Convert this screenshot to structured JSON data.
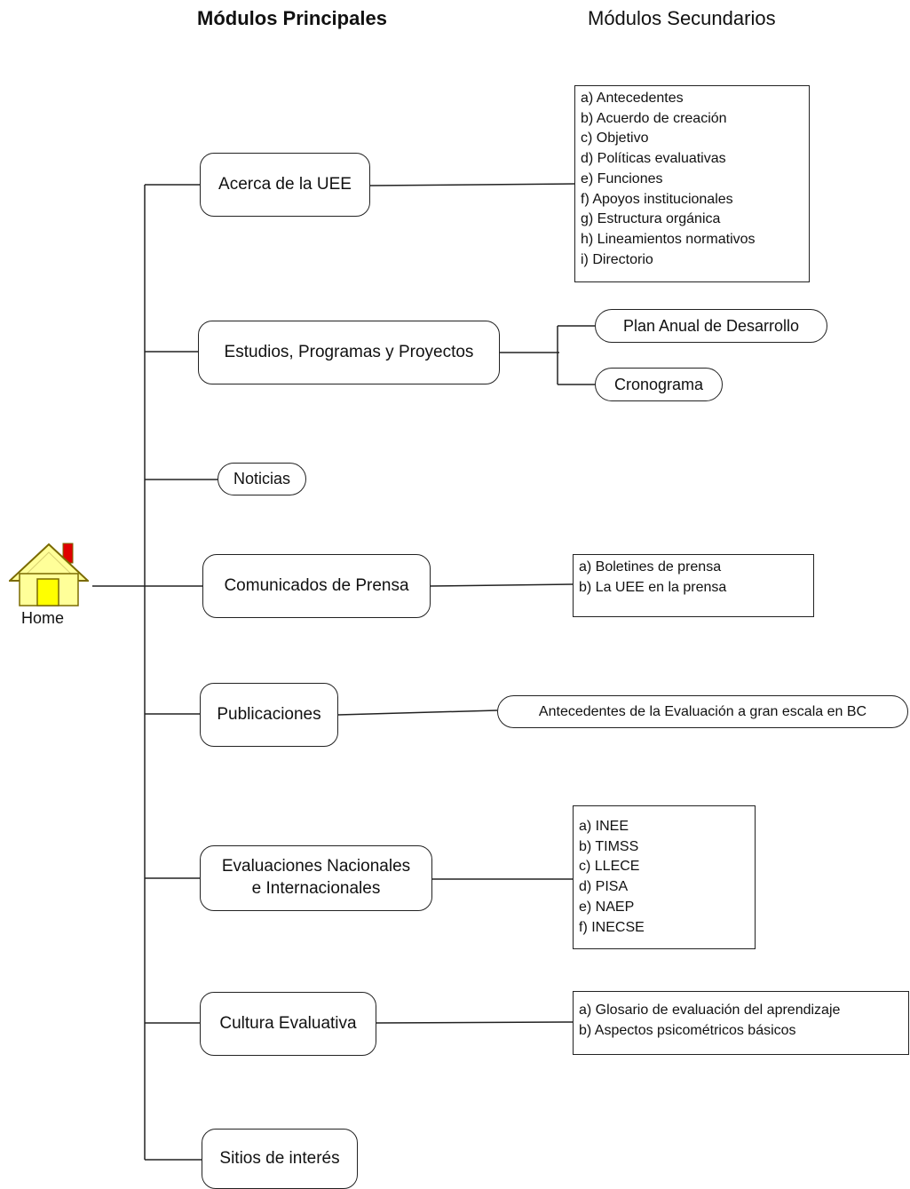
{
  "headers": {
    "main": "Módulos Principales",
    "secondary": "Módulos Secundarios"
  },
  "home": {
    "label": "Home",
    "icon": "house-icon"
  },
  "colors": {
    "line": "#222222",
    "house_fill": "#ffff99",
    "house_door": "#ffff00",
    "house_chimney": "#e00000",
    "house_outline": "#7a6a00"
  },
  "modules": {
    "acerca": "Acerca de la UEE",
    "estudios": "Estudios, Programas y Proyectos",
    "noticias": "Noticias",
    "comunicados": "Comunicados de Prensa",
    "publicaciones": "Publicaciones",
    "evaluaciones_line1": "Evaluaciones Nacionales",
    "evaluaciones_line2": "e Internacionales",
    "cultura": "Cultura Evaluativa",
    "sitios": "Sitios de interés"
  },
  "secondary": {
    "acerca_items": [
      "a) Antecedentes",
      "b) Acuerdo de creación",
      "c) Objetivo",
      "d) Políticas evaluativas",
      "e) Funciones",
      "f)  Apoyos institucionales",
      "g) Estructura orgánica",
      "h) Lineamientos normativos",
      "i) Directorio"
    ],
    "plan_anual": "Plan Anual de Desarrollo",
    "cronograma": "Cronograma",
    "comunicados_items": [
      "a) Boletines de prensa",
      "b) La UEE en la prensa"
    ],
    "publicaciones_item": "Antecedentes de la Evaluación a gran escala en BC",
    "evaluaciones_items": [
      "a) INEE",
      "b) TIMSS",
      "c) LLECE",
      "d) PISA",
      "e) NAEP",
      "f) INECSE"
    ],
    "cultura_items": [
      "a) Glosario de evaluación del aprendizaje",
      "b) Aspectos psicométricos básicos"
    ]
  }
}
